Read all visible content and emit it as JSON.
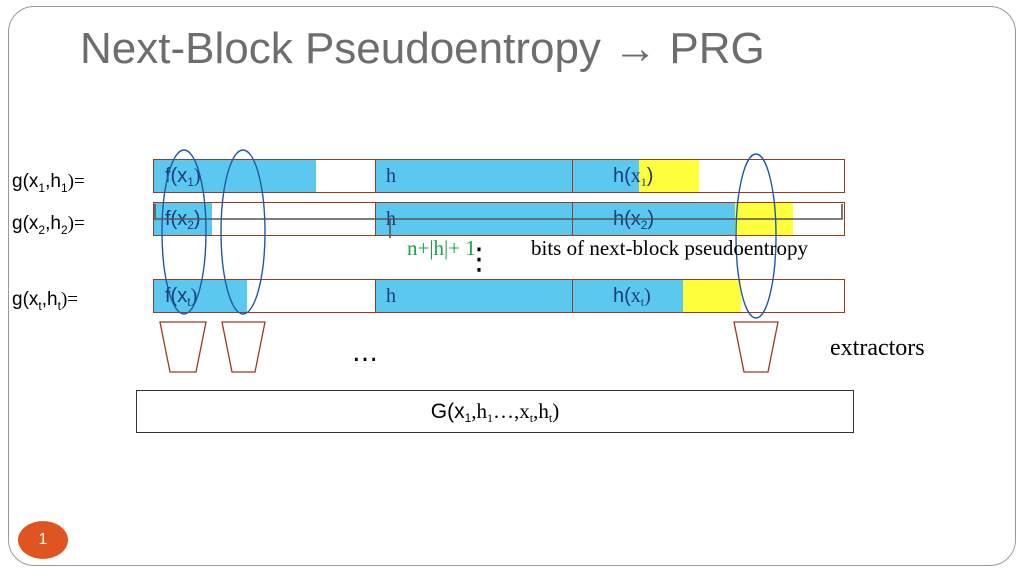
{
  "slide": {
    "title": "Next-Block Pseudoentropy → PRG",
    "page_number": "1"
  },
  "rows": [
    {
      "label_main": "g(x",
      "label_s1": "1",
      "label_mid": ",h",
      "label_s2": "1",
      "label_end": ")=",
      "f_text": "f(x",
      "f_sub": "1",
      "f_end": ")",
      "h_text": "h",
      "hx_text": "h(",
      "hx_x": "x",
      "hx_sub": "1",
      "hx_end": ")"
    },
    {
      "label_main": "g(x",
      "label_s1": "2",
      "label_mid": ",h",
      "label_s2": "2",
      "label_end": ")=",
      "f_text": "f(x",
      "f_sub": "2",
      "f_end": ")",
      "h_text": "h",
      "hx_text": "h(x",
      "hx_x": "",
      "hx_sub": "2",
      "hx_end": ")"
    },
    {
      "label_main": "g(x",
      "label_s1": "t",
      "label_mid": ",h",
      "label_s2": "t",
      "label_end": ")=",
      "f_text": "f(x",
      "f_sub": "t",
      "f_end": ")",
      "h_text": "h",
      "hx_text": "h(",
      "hx_x": "x",
      "hx_sub": "t",
      "hx_end": ")"
    }
  ],
  "annotation": {
    "count": "n+|h|+ 1",
    "text": "bits of next-block pseudoentropy"
  },
  "vdots": "⋮",
  "hdots": "…",
  "extractors_label": "extractors",
  "output": {
    "prefix": "G(x",
    "s1": "1",
    "mid1": ",h",
    "s2": "1",
    "mid2": "…,x",
    "s3": "t",
    "mid3": ",h",
    "s4": "t",
    "end": ")"
  },
  "colors": {
    "blue": "#5bc8f0",
    "yellow": "#ffff3b",
    "border": "#9b3a1e",
    "ellipse": "#1f5aa6",
    "green": "#1aa24a",
    "badge": "#e0541f"
  }
}
